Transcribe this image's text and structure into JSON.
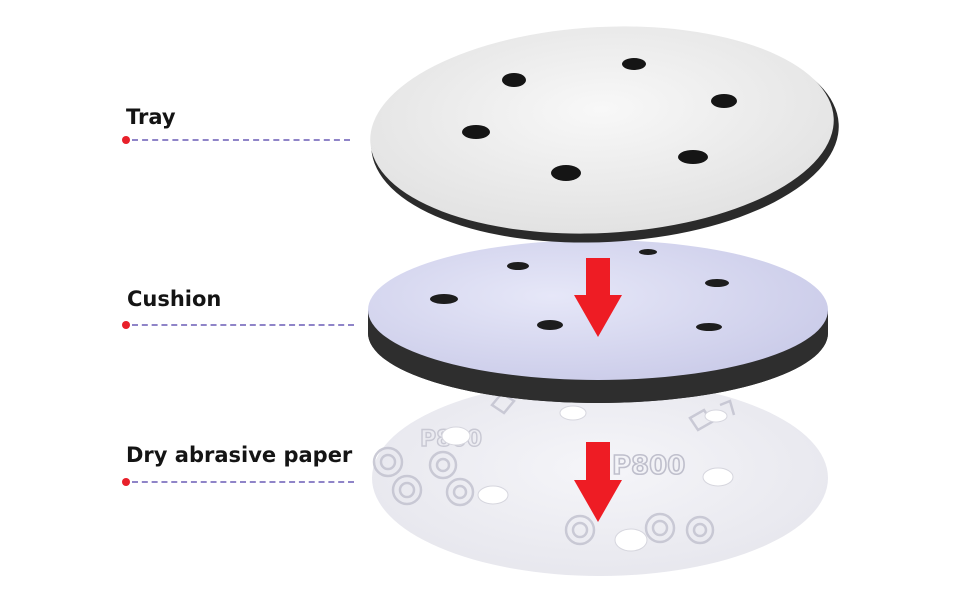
{
  "layers": [
    {
      "id": "tray",
      "label": "Tray"
    },
    {
      "id": "cushion",
      "label": "Cushion"
    },
    {
      "id": "paper",
      "label": "Dry abrasive paper",
      "grit_text": "P800"
    }
  ],
  "colors": {
    "label_text": "#141414",
    "leader_dot": "#e8202a",
    "leader_dash": "#8f84c8",
    "arrow": "#ee1c24",
    "tray_face": "#efefef",
    "tray_edge": "#2b2b2b",
    "cushion_face": "#d9daf2",
    "cushion_edge": "#2e2e2e",
    "paper_face": "#ebebf2"
  }
}
